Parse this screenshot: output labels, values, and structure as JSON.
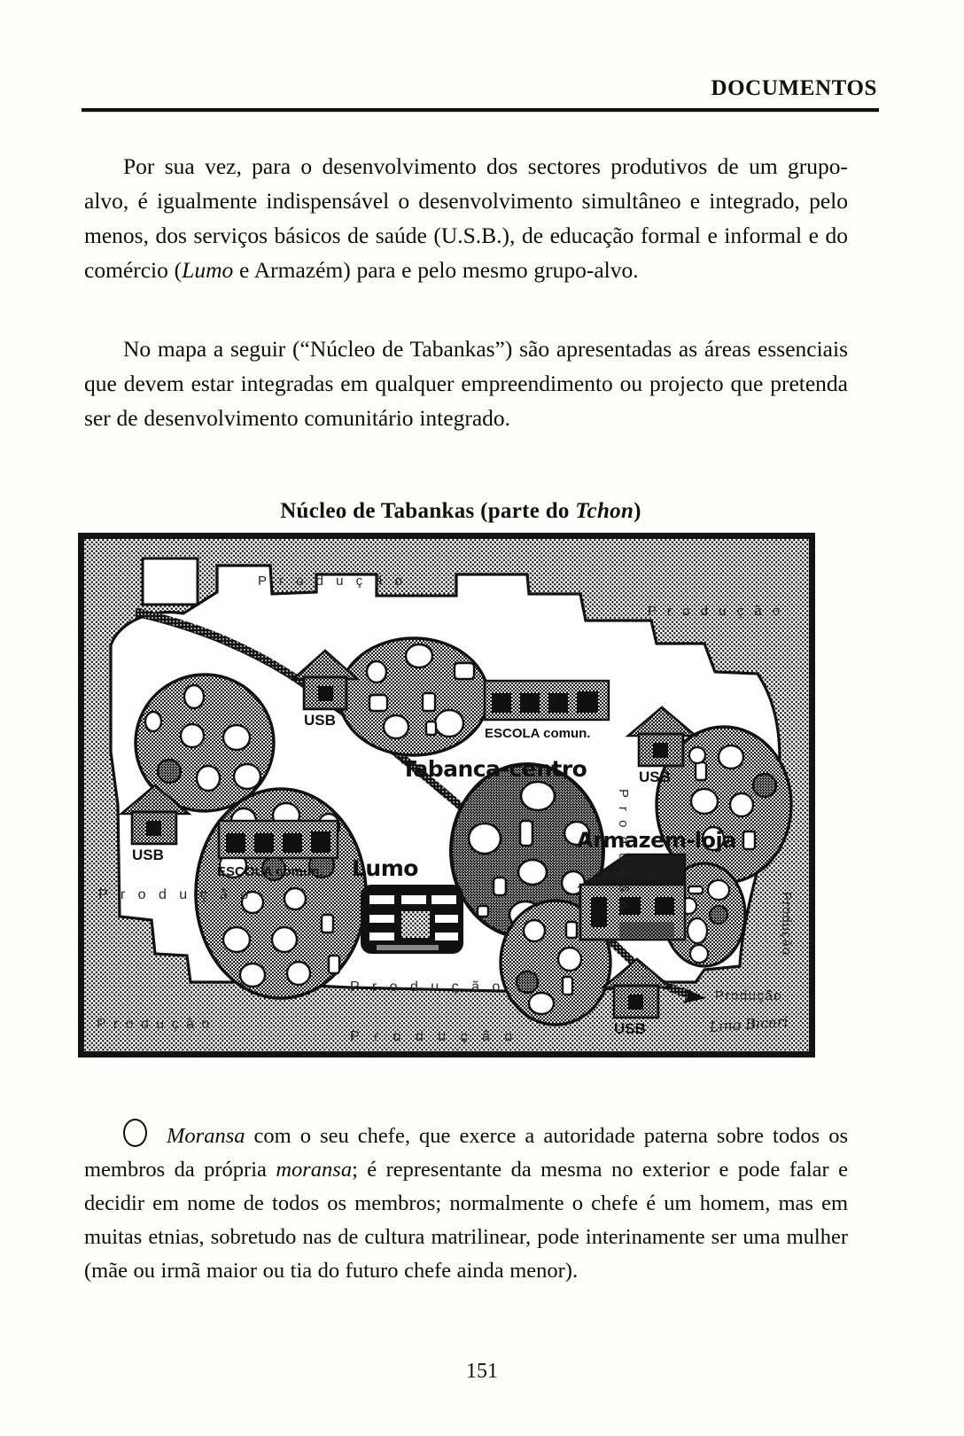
{
  "running_head": {
    "title": "DOCUMENTOS"
  },
  "body": {
    "paragraph_1": "Por sua vez, para o desenvolvimento dos sectores produtivos de um grupo-alvo, é igualmente indispensável o desenvolvimento simultâneo e integrado, pelo menos, dos serviços básicos de saúde (U.S.B.), de educação formal e informal e do comércio (Lumo e Armazém) para e pelo mesmo grupo-alvo.",
    "paragraph_1_italic_term": "Lumo",
    "paragraph_2": "No mapa a seguir (“Núcleo de Tabankas”) são apresentadas as áreas essenciais que devem estar integradas em qualquer empreendimento ou projecto que pretenda ser de desenvolvimento comunitário integrado."
  },
  "figure": {
    "caption_prefix": "Núcleo de Tabankas (parte do ",
    "caption_italic": "Tchon",
    "caption_suffix": ")",
    "map": {
      "production_labels": [
        {
          "id": "top-center",
          "text": "P r o d u ç ã o"
        },
        {
          "id": "top-right",
          "text": "P r o d u ç ã o"
        },
        {
          "id": "mid-left",
          "text": "P r o d u ç ã o"
        },
        {
          "id": "center",
          "text": "P r o d u ç ã o"
        },
        {
          "id": "vertical-center-right",
          "text": "P r o d u ç ã o"
        },
        {
          "id": "vertical-right-edge",
          "text": "P r o d u ç ã o"
        },
        {
          "id": "bottom-left",
          "text": "P r o d u ç ã o"
        },
        {
          "id": "bottom-center",
          "text": "P r o d u ç ã o"
        },
        {
          "id": "bottom-right",
          "text": "P r o d u ç ã o"
        }
      ],
      "usb_labels": [
        {
          "id": "usb-top-left-hut",
          "text": "USB"
        },
        {
          "id": "usb-mid-left-hut",
          "text": "USB"
        },
        {
          "id": "usb-right-hut",
          "text": "USB"
        },
        {
          "id": "usb-bottom-hut",
          "text": "USB"
        }
      ],
      "school_labels": [
        {
          "id": "escola-left",
          "text": "ESCOLA comun."
        },
        {
          "id": "escola-right",
          "text": "ESCOLA comun."
        }
      ],
      "place_labels": [
        {
          "id": "tabanca-centro",
          "text": "Tabanca-centro"
        },
        {
          "id": "lumo",
          "text": "Lumo"
        },
        {
          "id": "armazem-loja",
          "text": "Armazem-loja"
        }
      ],
      "signature": "Lino Bicari"
    }
  },
  "closing": {
    "bullet_icon": "circle-outline-icon",
    "term": "Moransa",
    "text_after_term": " com o seu chefe, que exerce a autoridade paterna sobre todos os membros da própria ",
    "term_2": "moransa",
    "text_rest": "; é representante da mesma no exterior e pode falar e decidir em nome de todos os membros; normalmente o chefe é um homem, mas em muitas etnias, sobretudo nas de cultura matrilinear, pode interinamente ser uma mulher (mãe ou irmã maior ou tia do futuro chefe ainda menor)."
  },
  "folio": {
    "page_number": "151"
  },
  "colors": {
    "ink": "#0d0d0d",
    "rule": "#111111",
    "map_border": "#131313",
    "halftone": "#1a1a1a",
    "paper": "#fdfdfc"
  }
}
